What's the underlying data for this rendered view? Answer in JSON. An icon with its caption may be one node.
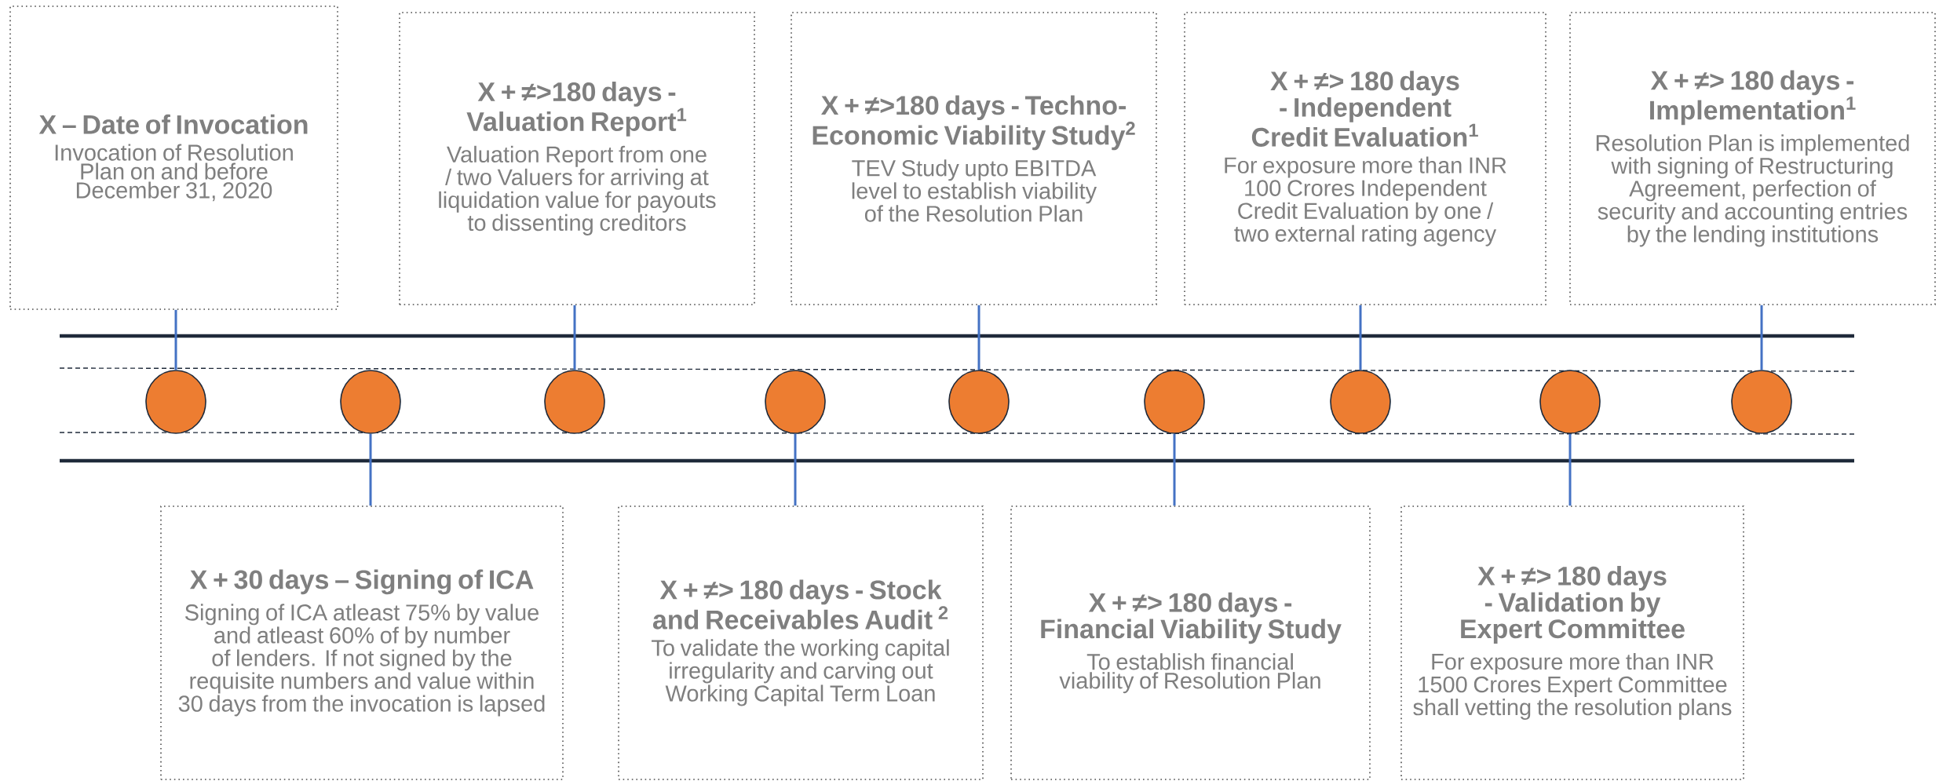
{
  "diagram": {
    "nodes": [
      {
        "text": [
          "X – Date of Invocation",
          "Invocation of Resolution Plan on and before December 31, 2020"
        ]
      },
      {
        "text": [
          "X + ≠>180 days - Valuation Report$^{1}$",
          "Valuation Report from one / two Valuers for arriving at liquidation value for payouts to dissenting creditors"
        ]
      },
      {
        "text": [
          "X + ≠>180 days - Techno-Economic Viability Study$^{2}$",
          "TEV Study upto EBITDA level to establish viability of the Resolution Plan"
        ]
      },
      {
        "text": [
          "X + ≠> 180 days - Independent Credit Evaluation$^{1}$",
          "For exposure more than INR 100 Crores Independent Credit Evaluation by one / two external rating agency"
        ]
      },
      {
        "text": [
          "X + ≠> 180 days - Implementation$^{1}$",
          "Resolution Plan is implemented with signing of Restructuring Agreement, perfection of security and accounting entries by the lending institutions"
        ]
      },
      {
        "text": [
          "X + 30 days – Signing of ICA",
          "Signing of ICA atleast 75% by value and atleast 60% of by number of lenders. If not signed by the requisite numbers and value within 30 days from the invocation is lapsed"
        ]
      },
      {
        "text": [
          "X + ≠> 180 days - Stock and Receivables Audit $^{2}$",
          "To validate the working capital irregularity and carving out Working Capital Term Loan"
        ]
      },
      {
        "text": [
          "X + ≠> 180 days - Financial Viability Study",
          "To establish financial viability of Resolution Plan"
        ]
      },
      {
        "text": [
          "X + ≠> 180 days - Validation by Expert Committee",
          "For exposure more than INR 1500 Crores Expert Committee shall vetting the resolution plans"
        ]
      },
      {
        "text": [],
        "shape": "circle"
      },
      {
        "text": [],
        "shape": "circle"
      },
      {
        "text": [],
        "shape": "circle"
      },
      {
        "text": [],
        "shape": "circle"
      },
      {
        "text": [],
        "shape": "circle"
      },
      {
        "text": [],
        "shape": "circle"
      },
      {
        "text": [],
        "shape": "circle"
      },
      {
        "text": [],
        "shape": "circle"
      },
      {
        "text": [],
        "shape": "circle"
      }
    ],
    "edges": [
      {
        "from": 0,
        "to": 9,
        "arrow": "none"
      },
      {
        "from": 1,
        "to": 11,
        "arrow": "none"
      },
      {
        "from": 2,
        "to": 13,
        "arrow": "none"
      },
      {
        "from": 3,
        "to": 15,
        "arrow": "none"
      },
      {
        "from": 4,
        "to": 17,
        "arrow": "none"
      },
      {
        "from": 5,
        "to": 10,
        "arrow": "none"
      },
      {
        "from": 6,
        "to": 12,
        "arrow": "none"
      },
      {
        "from": 7,
        "to": 14,
        "arrow": "none"
      },
      {
        "from": 8,
        "to": 16,
        "arrow": "none"
      }
    ]
  }
}
